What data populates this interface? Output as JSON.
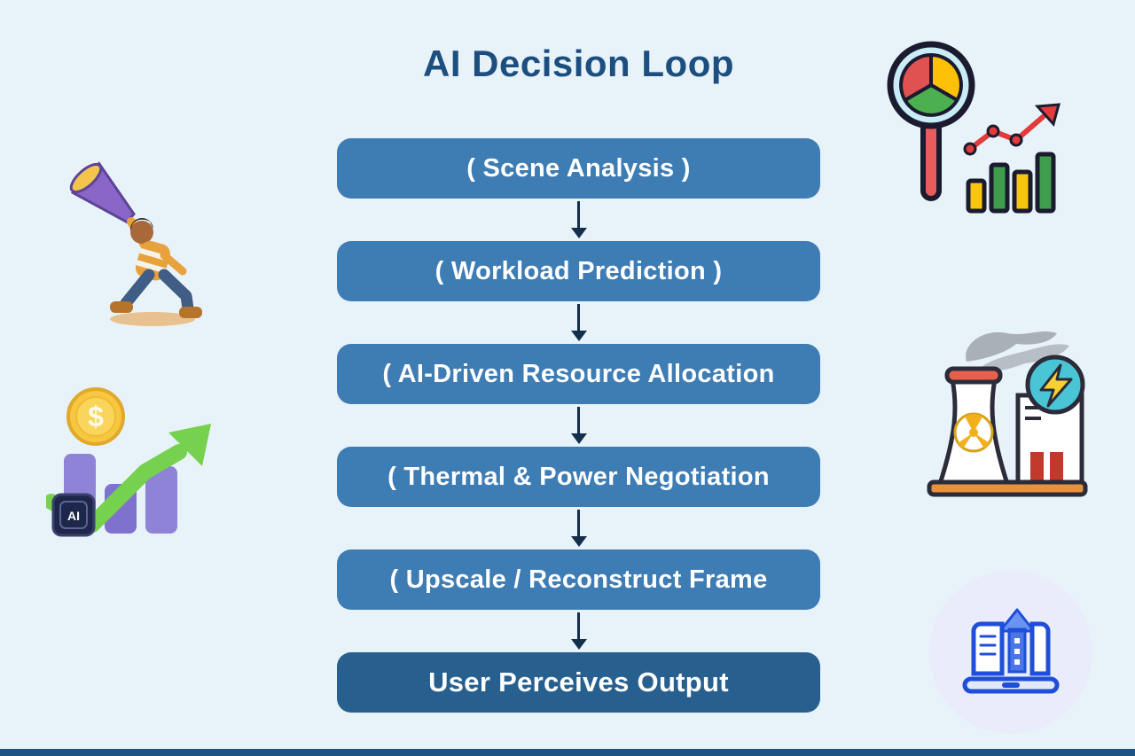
{
  "title": "AI Decision Loop",
  "flow": {
    "steps": [
      {
        "id": "scene-analysis",
        "label": "( Scene Analysis )"
      },
      {
        "id": "workload-prediction",
        "label": "( Workload Prediction )"
      },
      {
        "id": "resource-allocation",
        "label": "( AI-Driven Resource Allocation"
      },
      {
        "id": "thermal-power",
        "label": "( Thermal & Power Negotiation"
      },
      {
        "id": "upscale-reconstruct",
        "label": "( Upscale / Reconstruct Frame"
      },
      {
        "id": "user-output",
        "label": "User Perceives Output"
      }
    ]
  },
  "illustrations": [
    {
      "name": "megaphone-person-illustration",
      "description": "3D person leaning back shouting into a purple megaphone"
    },
    {
      "name": "growth-chart-illustration",
      "description": "Gold dollar coin, purple bars, green rising arrow and AI chip"
    },
    {
      "name": "analytics-magnifier-illustration",
      "description": "Magnifying glass with pie chart beside bar chart with rising red line"
    },
    {
      "name": "power-plant-illustration",
      "description": "Cooling tower with radiation symbol, smoke, building and lightning badge"
    },
    {
      "name": "device-upscale-illustration",
      "description": "Laptop with upward arrow inside a pale circle"
    }
  ],
  "labels": {
    "chip_label": "AI",
    "coin_symbol": "$"
  },
  "colors": {
    "background": "#e8f3f9",
    "step_box": "#3e7cb4",
    "step_box_final": "#27608f",
    "step_text": "#ffffff",
    "title_text": "#1c4e80",
    "arrow": "#132f4c",
    "footer_bar": "#1d5382",
    "megaphone_purple": "#8a66c9",
    "coin_gold": "#f6c73f",
    "arrow_green": "#76d14e",
    "bars_purple": "#8f83d8",
    "pie_red": "#e05252",
    "pie_green": "#4caf50",
    "pie_yellow": "#ffc107",
    "energy_teal": "#49c5d6",
    "device_blue": "#1f4fd8"
  }
}
